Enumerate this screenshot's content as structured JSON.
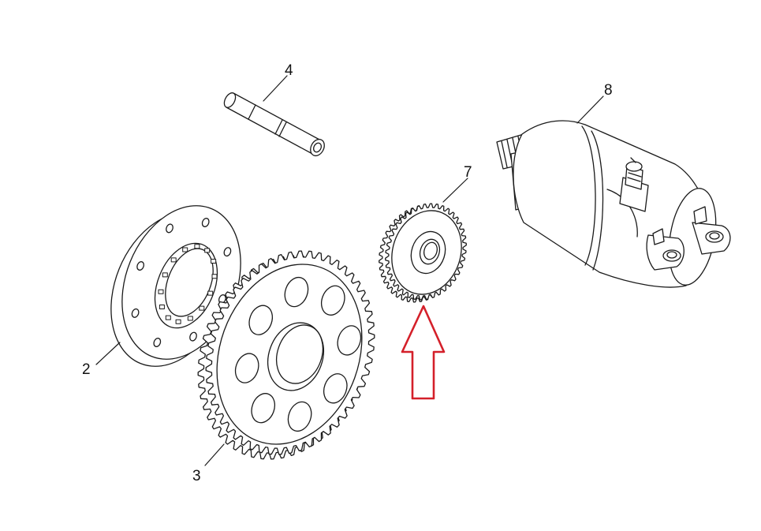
{
  "diagram": {
    "parts": [
      {
        "id": "2",
        "name": "starter-clutch"
      },
      {
        "id": "3",
        "name": "starter-driven-gear"
      },
      {
        "id": "4",
        "name": "idler-shaft"
      },
      {
        "id": "7",
        "name": "idler-gear"
      },
      {
        "id": "8",
        "name": "starter-motor"
      }
    ],
    "highlight": {
      "target": "7",
      "color": "#d4202a"
    },
    "line_color": "#1a1a1a"
  }
}
